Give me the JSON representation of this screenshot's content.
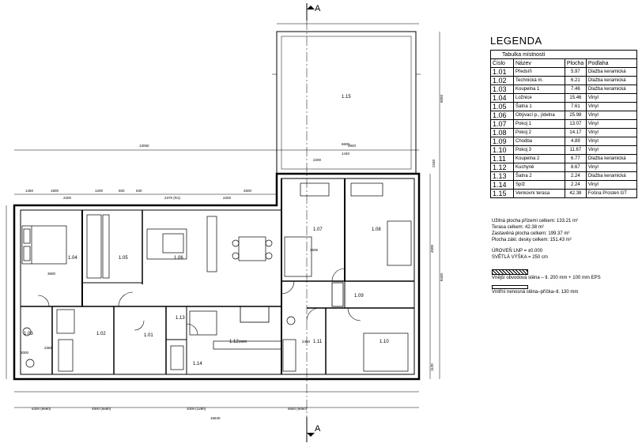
{
  "section_marks": {
    "top": "A",
    "bottom": "A"
  },
  "rooms": [
    {
      "id": "1.01"
    },
    {
      "id": "1.02"
    },
    {
      "id": "1.03"
    },
    {
      "id": "1.04"
    },
    {
      "id": "1.05"
    },
    {
      "id": "1.06"
    },
    {
      "id": "1.07"
    },
    {
      "id": "1.08"
    },
    {
      "id": "1.09"
    },
    {
      "id": "1.10"
    },
    {
      "id": "1.11"
    },
    {
      "id": "1.12"
    },
    {
      "id": "1.13"
    },
    {
      "id": "1.14"
    },
    {
      "id": "1.15"
    }
  ],
  "dimensions": {
    "overall_top": "13050",
    "overall_bottom": "16640",
    "terrace_width": "6600",
    "terrace_depth": "6650",
    "top_chain": [
      "1460",
      "1800",
      "2200",
      "1200",
      "600",
      "630",
      "2370 (R1)",
      "2600",
      "2200"
    ],
    "bottom_chain": [
      "6300 (6660)",
      "4800 (5680)",
      "1000 (1280)",
      "6550 (6850)"
    ],
    "right_chain": [
      "2340",
      "4500",
      "8440",
      "1120"
    ],
    "misc": [
      "3920",
      "3600",
      "2200",
      "3505",
      "3000",
      "2365",
      "2800",
      "2450",
      "1440"
    ]
  },
  "legend": {
    "title": "LEGENDA",
    "table_caption": "Tabulka místností",
    "columns": [
      "Číslo",
      "Název",
      "Plocha",
      "Podlaha"
    ],
    "rows": [
      [
        "1.01",
        "Předsíň",
        "5.97",
        "Dlažba keramická"
      ],
      [
        "1.02",
        "Technická m.",
        "6.21",
        "Dlažba keramická"
      ],
      [
        "1.03",
        "Koupelna 1",
        "7.46",
        "Dlažba keramická"
      ],
      [
        "1.04",
        "Ložnice",
        "15.46",
        "Vinyl"
      ],
      [
        "1.05",
        "Šatna 1",
        "7.61",
        "Vinyl"
      ],
      [
        "1.06",
        "Obývací p., jídelna",
        "25.98",
        "Vinyl"
      ],
      [
        "1.07",
        "Pokoj 1",
        "13.07",
        "Vinyl"
      ],
      [
        "1.08",
        "Pokoj 2",
        "14.17",
        "Vinyl"
      ],
      [
        "1.09",
        "Chodba",
        "4.89",
        "Vinyl"
      ],
      [
        "1.10",
        "Pokoj 3",
        "11.67",
        "Vinyl"
      ],
      [
        "1.11",
        "Koupelna 2",
        "6.77",
        "Dlažba keramická"
      ],
      [
        "1.12",
        "Kuchyně",
        "8.67",
        "Vinyl"
      ],
      [
        "1.13",
        "Šatna 2",
        "2.24",
        "Dlažba keramická"
      ],
      [
        "1.14",
        "Spíž",
        "2.24",
        "Vinyl"
      ],
      [
        "1.15",
        "Venkovní terasa",
        "42.38",
        "Fošna Prosten GT"
      ]
    ]
  },
  "stats": {
    "usable": "Užitná plocha přízemí celkem: 133.21 m²",
    "terrace": "Terasa celkem: 42.38 m²",
    "built": "Zastavěná plocha celkem: 199.37 m²",
    "slab": "Plocha zákl. desky celkem: 151.43 m²",
    "level": "ÚROVEŇ LNP   = ±0.000",
    "height": "SVĚTLÁ VÝŠKA = 250 cm",
    "wall_outer": "Vnější obvodová stěna –    tl. 200 mm + 100 mm EPS",
    "wall_inner": "Vnitřní nenosná stěna–příčka–tl. 130 mm"
  }
}
